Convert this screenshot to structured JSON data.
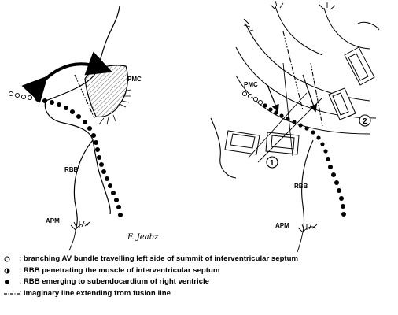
{
  "labels": {
    "left_pmc": "PMC",
    "left_rbb": "RBB",
    "left_apm": "APM",
    "right_pmc": "PMC",
    "right_rbb": "RBB",
    "right_apm": "APM",
    "section_1": "1",
    "section_2": "2",
    "signature": "F. Jeabz"
  },
  "legend": [
    {
      "symbol": "open-circle-icon",
      "text": ": branching AV bundle travelling left side of summit of interventricular septum"
    },
    {
      "symbol": "half-filled-circle-icon",
      "text": ": RBB penetrating the muscle of interventricular septum"
    },
    {
      "symbol": "filled-circle-icon",
      "text": ": RBB emerging to subendocardium of right ventricle"
    },
    {
      "symbol": "dash-dot-line-icon",
      "text": ": imaginary line extending from fusion line"
    }
  ]
}
